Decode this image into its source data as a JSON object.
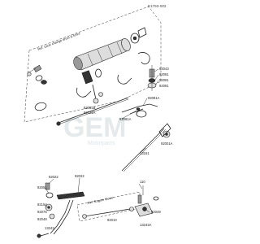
{
  "diagram": {
    "code": "E1793-003",
    "ref_gear_change": "Ref. Gear change drum & forks",
    "ref_engine_cover": "Ref. Engine Cover",
    "watermark": "GEM",
    "watermark_sub": "Motorparts"
  },
  "parts": [
    "92043",
    "92081",
    "92081",
    "92081",
    "92081A",
    "92081B",
    "92022A",
    "92081A",
    "13161",
    "92001A",
    "92022",
    "92051",
    "92154",
    "92076",
    "92048",
    "13243",
    "92022",
    "92010",
    "110",
    "92049",
    "13243A"
  ]
}
